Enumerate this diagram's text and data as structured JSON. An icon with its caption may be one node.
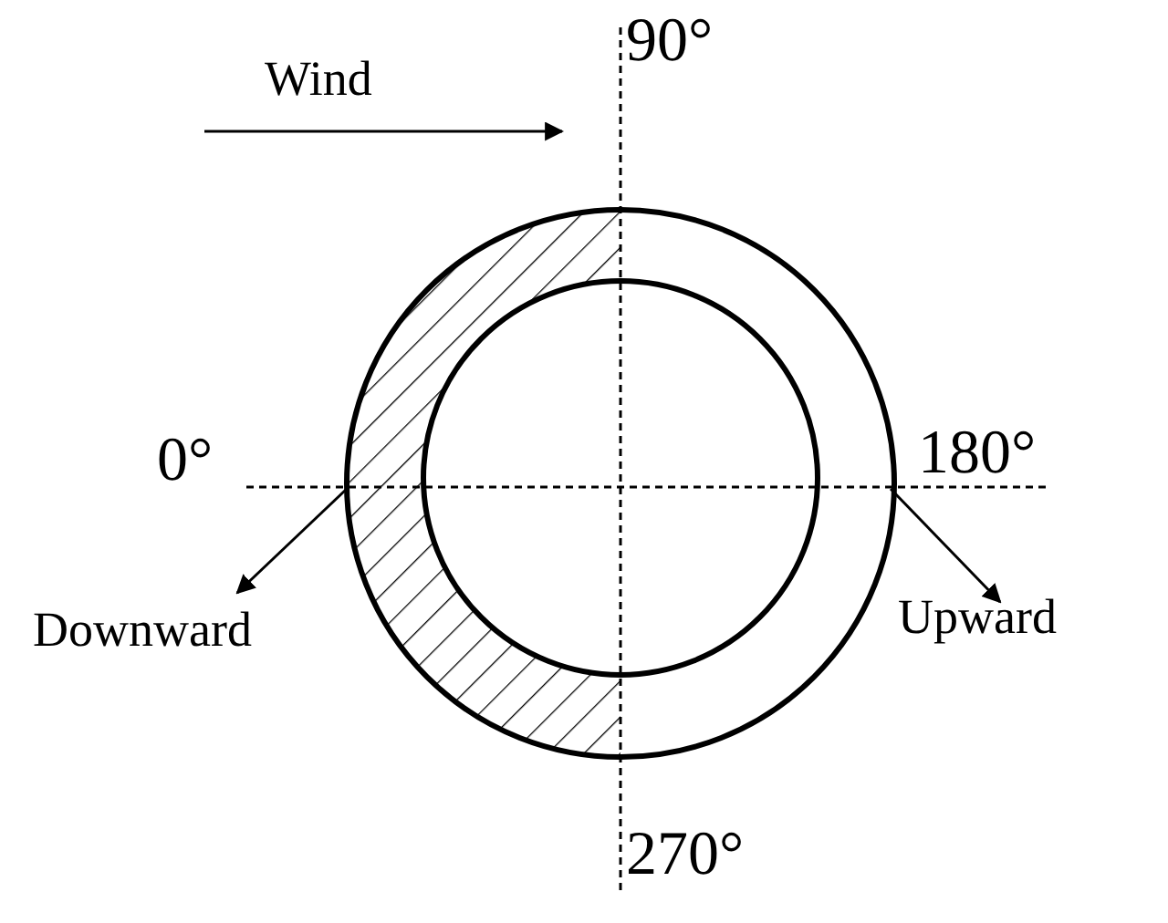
{
  "diagram": {
    "labels": [
      "Wind",
      "90°",
      "0°",
      "180°",
      "Downward",
      "Upward",
      "270°"
    ]
  }
}
